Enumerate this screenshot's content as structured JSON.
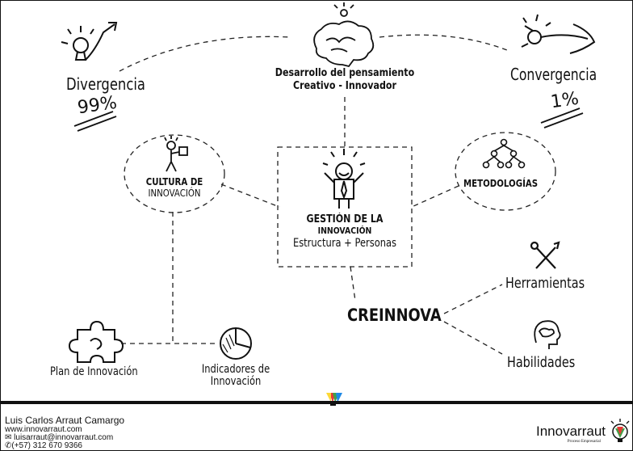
{
  "nodes": {
    "divergencia": {
      "label": "Divergencia",
      "value": "99%"
    },
    "pensamiento": {
      "line1": "Desarrollo del pensamiento",
      "line2": "Creativo - Innovador"
    },
    "convergencia": {
      "label": "Convergencia",
      "value": "1%"
    },
    "cultura": {
      "line1": "CULTURA DE",
      "line2": "INNOVACIÓN"
    },
    "gestion": {
      "line1": "GESTIÓN DE LA",
      "line2": "INNOVACIÓN",
      "line3": "Estructura + Personas"
    },
    "metodologias": {
      "label": "METODOLOGÍAS"
    },
    "herramientas": {
      "label": "Herramientas"
    },
    "creinnova": {
      "label": "CREINNOVA"
    },
    "habilidades": {
      "label": "Habilidades"
    },
    "plan": {
      "label": "Plan de Innovación"
    },
    "indicadores": {
      "line1": "Indicadores de",
      "line2": "Innovación"
    }
  },
  "footer": {
    "name": "Luis Carlos Arraut Camargo",
    "website": "www.innovarraut.com",
    "email": "luisarraut@innovarraut.com",
    "phone": "(+57) 312 670 9366",
    "brand": "Innovarraut",
    "brand_sub": "Proceso Empresarial"
  },
  "icons": [
    "lightbulb-arrow-icon",
    "brain-lightbulb-icon",
    "lightbulb-target-icon",
    "stick-figure-box-icon",
    "stick-figure-tie-icon",
    "hierarchy-tree-icon",
    "tools-icon",
    "head-brain-icon",
    "puzzle-piece-icon",
    "pie-chart-icon",
    "colorful-lightbulb-icon"
  ]
}
